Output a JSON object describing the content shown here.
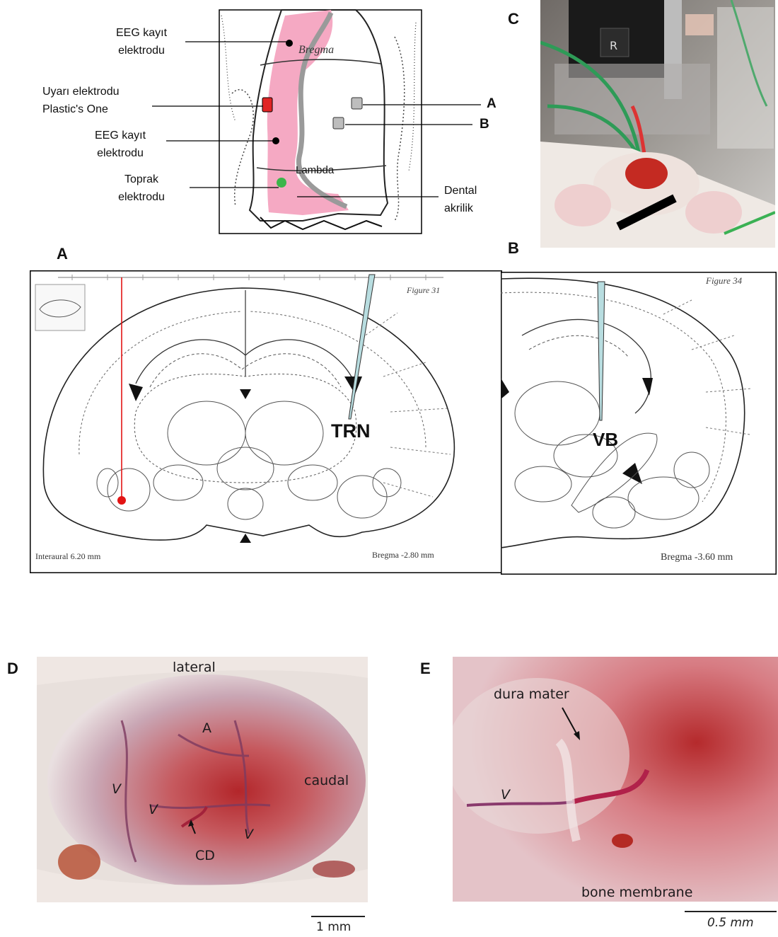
{
  "panels": {
    "top_left": {
      "labels": {
        "eeg1": [
          "EEG kayıt",
          "elektrodu"
        ],
        "stim": [
          "Uyarı elektrodu",
          "Plastic's One"
        ],
        "eeg2": [
          "EEG kayıt",
          "elektrodu"
        ],
        "ground": [
          "Toprak",
          "elektrodu"
        ],
        "dental": [
          "Dental",
          "akrilik"
        ],
        "a": "A",
        "b": "B"
      },
      "skull_text": {
        "bregma": "Bregma",
        "lambda": "Lambda"
      }
    },
    "c": {
      "letter": "C"
    },
    "a": {
      "letter": "A",
      "figure_title": "Figure 31",
      "region": "TRN",
      "interaural": "Interaural 6.20 mm",
      "bregma": "Bregma -2.80 mm"
    },
    "b": {
      "letter": "B",
      "figure_title": "Figure 34",
      "region": "VB",
      "bregma": "Bregma -3.60 mm"
    },
    "d": {
      "letter": "D",
      "labels": {
        "lateral": "lateral",
        "caudal": "caudal",
        "a": "A",
        "cd": "CD",
        "v": "V"
      },
      "scale": "1 mm"
    },
    "e": {
      "letter": "E",
      "labels": {
        "dura": "dura mater",
        "bone": "bone membrane",
        "v": "V"
      },
      "scale": "0.5 mm"
    }
  },
  "colors": {
    "acrylic": "#f5a9c3",
    "stim_electrode": "#e02424",
    "ground_electrode": "#3cb54a",
    "recording_marker": "#e31414",
    "electrode_tip": "#b8dde0"
  }
}
